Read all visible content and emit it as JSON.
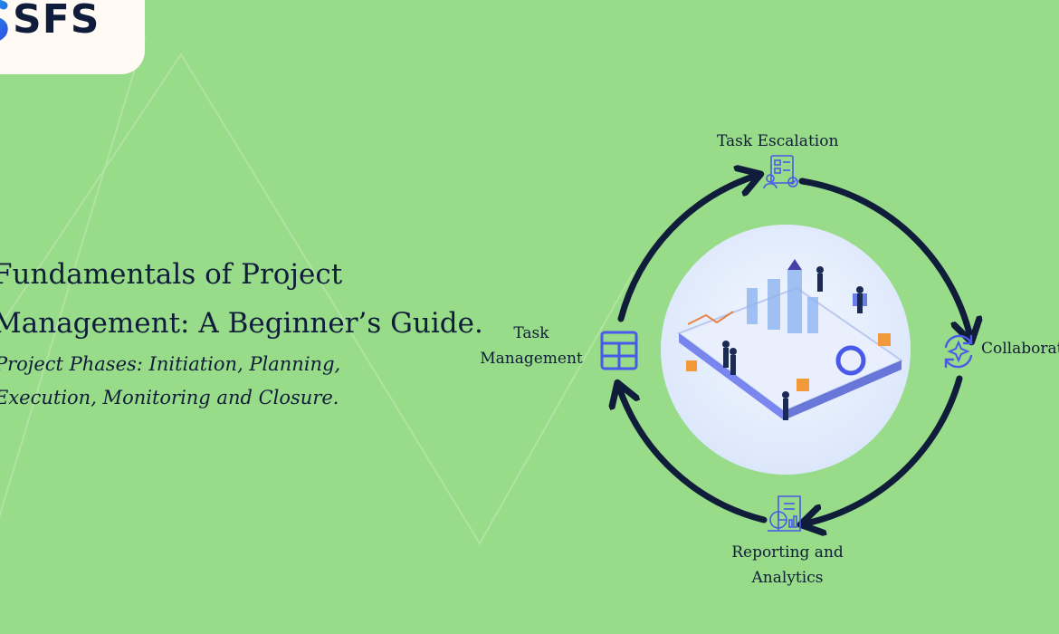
{
  "brand": {
    "name": "SFS"
  },
  "headline": {
    "line1": "Fundamentals of Project",
    "line2": "Management: A Beginner’s Guide."
  },
  "subheadline": {
    "line1": "Project Phases: Initiation, Planning,",
    "line2": "Execution, Monitoring and Closure."
  },
  "cycle": {
    "top": {
      "label": "Task Escalation",
      "icon": "checklist-icon"
    },
    "right": {
      "label": "Collaborat",
      "icon": "sync-sparkle-icon"
    },
    "bottom": {
      "line1": "Reporting and",
      "line2": "Analytics",
      "icon": "report-chart-icon"
    },
    "left": {
      "line1": "Task",
      "line2": "Management",
      "icon": "table-grid-icon"
    }
  },
  "colors": {
    "background": "#98db88",
    "ink": "#0f1d3a",
    "accent": "#4a5ae8",
    "logo_bg": "#fffaf3"
  }
}
